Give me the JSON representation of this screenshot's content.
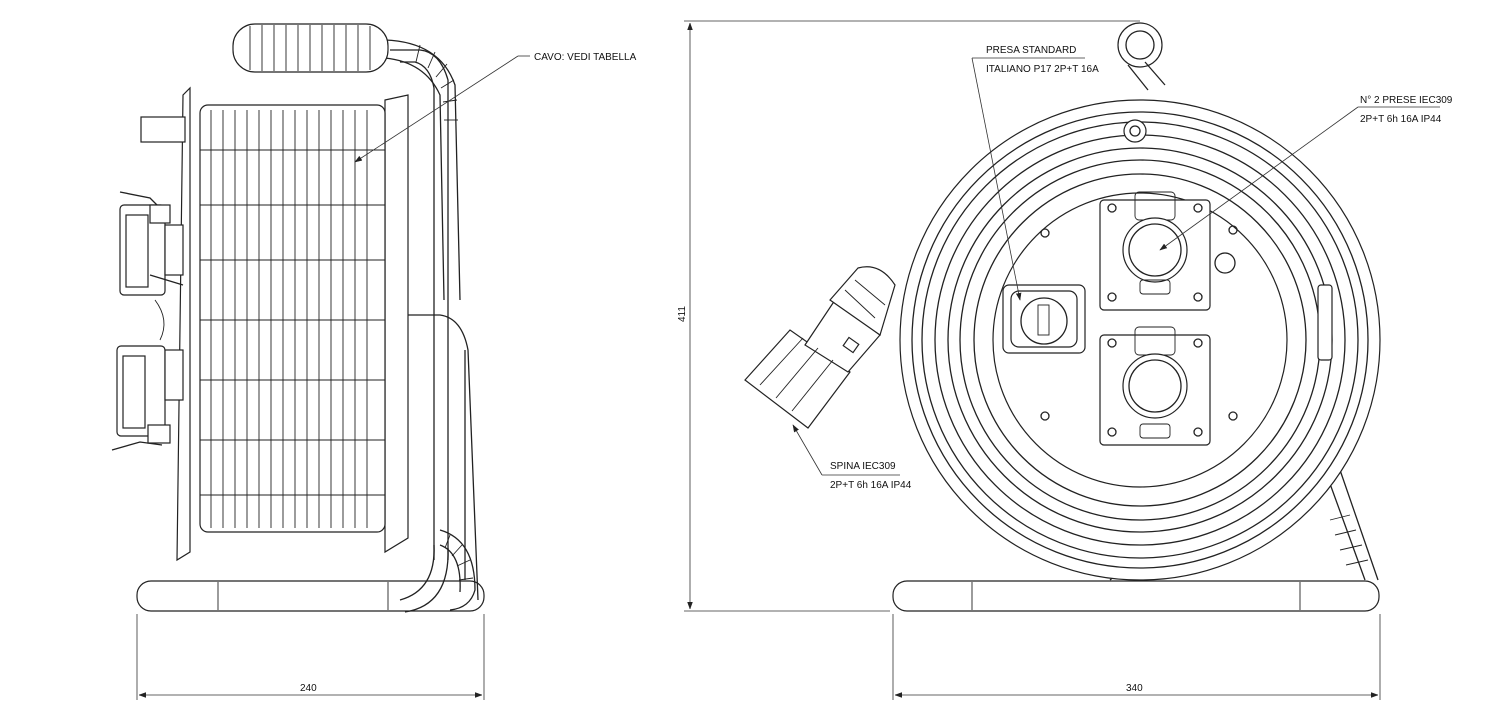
{
  "callouts": {
    "cable": "CAVO: VEDI TABELLA",
    "standard_socket_line1": "PRESA STANDARD",
    "standard_socket_line2": "ITALIANO P17 2P+T 16A",
    "iec_sockets_line1": "N° 2 PRESE IEC309",
    "iec_sockets_line2": "2P+T 6h 16A IP44",
    "plug_line1": "SPINA IEC309",
    "plug_line2": "2P+T 6h 16A IP44"
  },
  "dimensions": {
    "side_width": "240",
    "front_width": "340",
    "height": "411"
  }
}
